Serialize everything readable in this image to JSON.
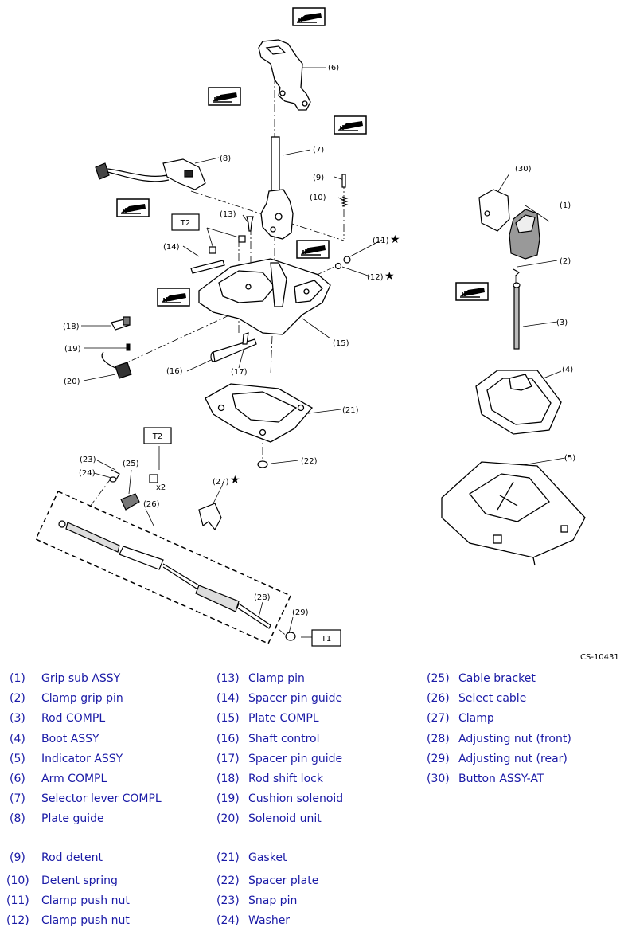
{
  "diagram": {
    "code": "CS-10431",
    "callouts": [
      {
        "id": "c6",
        "text": "(6)"
      },
      {
        "id": "c7",
        "text": "(7)"
      },
      {
        "id": "c8",
        "text": "(8)"
      },
      {
        "id": "c9",
        "text": "(9)"
      },
      {
        "id": "c10",
        "text": "(10)"
      },
      {
        "id": "c11",
        "text": "(11)"
      },
      {
        "id": "c12",
        "text": "(12)"
      },
      {
        "id": "c13",
        "text": "(13)"
      },
      {
        "id": "c14",
        "text": "(14)"
      },
      {
        "id": "c15",
        "text": "(15)"
      },
      {
        "id": "c16",
        "text": "(16)"
      },
      {
        "id": "c17",
        "text": "(17)"
      },
      {
        "id": "c18",
        "text": "(18)"
      },
      {
        "id": "c19",
        "text": "(19)"
      },
      {
        "id": "c20",
        "text": "(20)"
      },
      {
        "id": "c21",
        "text": "(21)"
      },
      {
        "id": "c22",
        "text": "(22)"
      },
      {
        "id": "c23",
        "text": "(23)"
      },
      {
        "id": "c24",
        "text": "(24)"
      },
      {
        "id": "c25",
        "text": "(25)"
      },
      {
        "id": "c26",
        "text": "(26)"
      },
      {
        "id": "c27",
        "text": "(27)"
      },
      {
        "id": "c28",
        "text": "(28)"
      },
      {
        "id": "c29",
        "text": "(29)"
      },
      {
        "id": "c30",
        "text": "(30)"
      },
      {
        "id": "c1",
        "text": "(1)"
      },
      {
        "id": "c2",
        "text": "(2)"
      },
      {
        "id": "c3",
        "text": "(3)"
      },
      {
        "id": "c4",
        "text": "(4)"
      },
      {
        "id": "c5",
        "text": "(5)"
      }
    ],
    "torque_labels": {
      "t2_top": "T2",
      "t2_mid": "T2",
      "t1": "T1"
    },
    "quantity_label": "x2",
    "star": "★"
  },
  "legend": [
    {
      "num": "(1)",
      "name": "Grip sub ASSY"
    },
    {
      "num": "(2)",
      "name": "Clamp grip pin"
    },
    {
      "num": "(3)",
      "name": "Rod COMPL"
    },
    {
      "num": "(4)",
      "name": "Boot ASSY"
    },
    {
      "num": "(5)",
      "name": "Indicator ASSY"
    },
    {
      "num": "(6)",
      "name": "Arm COMPL"
    },
    {
      "num": "(7)",
      "name": "Selector lever COMPL"
    },
    {
      "num": "(8)",
      "name": "Plate guide"
    },
    {
      "num": "(9)",
      "name": "Rod detent"
    },
    {
      "num": "(10)",
      "name": "Detent spring"
    },
    {
      "num": "(11)",
      "name": "Clamp push nut"
    },
    {
      "num": "(12)",
      "name": "Clamp push nut"
    },
    {
      "num": "(13)",
      "name": "Clamp pin"
    },
    {
      "num": "(14)",
      "name": "Spacer pin guide"
    },
    {
      "num": "(15)",
      "name": "Plate COMPL"
    },
    {
      "num": "(16)",
      "name": "Shaft control"
    },
    {
      "num": "(17)",
      "name": "Spacer pin guide"
    },
    {
      "num": "(18)",
      "name": "Rod shift lock"
    },
    {
      "num": "(19)",
      "name": "Cushion solenoid"
    },
    {
      "num": "(20)",
      "name": "Solenoid unit"
    },
    {
      "num": "(21)",
      "name": "Gasket"
    },
    {
      "num": "(22)",
      "name": "Spacer plate"
    },
    {
      "num": "(23)",
      "name": "Snap pin"
    },
    {
      "num": "(24)",
      "name": "Washer"
    },
    {
      "num": "(25)",
      "name": "Cable bracket"
    },
    {
      "num": "(26)",
      "name": "Select cable"
    },
    {
      "num": "(27)",
      "name": "Clamp"
    },
    {
      "num": "(28)",
      "name": "Adjusting nut (front)"
    },
    {
      "num": "(29)",
      "name": "Adjusting nut (rear)"
    },
    {
      "num": "(30)",
      "name": "Button ASSY-AT"
    }
  ]
}
